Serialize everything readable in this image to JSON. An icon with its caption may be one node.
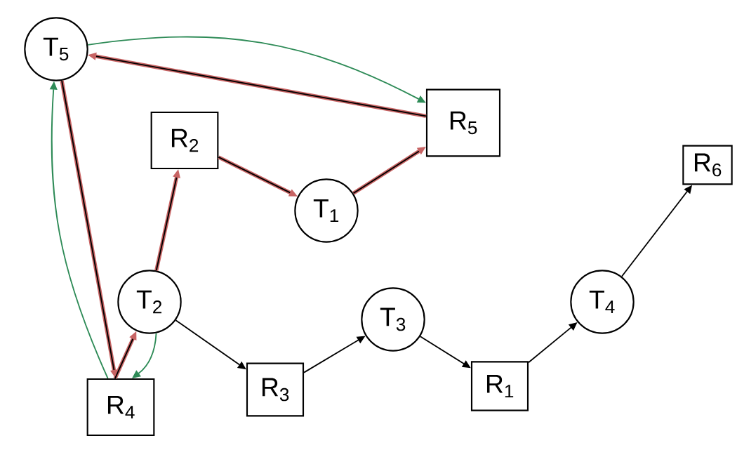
{
  "diagram": {
    "nodes": [
      {
        "text": [
          "T$_{5}$"
        ]
      },
      {
        "text": [
          "R$_{2}$"
        ]
      },
      {
        "text": [
          "R$_{5}$"
        ]
      },
      {
        "text": [
          "R$_{6}$"
        ]
      },
      {
        "text": [
          "T$_{1}$"
        ]
      },
      {
        "text": [
          "T$_{2}$"
        ]
      },
      {
        "text": [
          "T$_{3}$"
        ]
      },
      {
        "text": [
          "T$_{4}$"
        ]
      },
      {
        "text": [
          "R$_{4}$"
        ]
      },
      {
        "text": [
          "R$_{3}$"
        ]
      },
      {
        "text": [
          "R$_{1}$"
        ]
      }
    ],
    "edges": [
      {
        "from": 2,
        "to": 0,
        "arrow": "to",
        "style": "thick",
        "color": "#c86464"
      },
      {
        "from": 0,
        "to": 2,
        "arrow": "to",
        "color": "#2e8b57"
      },
      {
        "from": 1,
        "to": 4,
        "arrow": "to",
        "style": "thick",
        "color": "#c86464"
      },
      {
        "from": 4,
        "to": 2,
        "arrow": "to",
        "style": "thick",
        "color": "#c86464"
      },
      {
        "from": 5,
        "to": 1,
        "arrow": "to",
        "style": "thick",
        "color": "#c86464"
      },
      {
        "from": 0,
        "to": 8,
        "arrow": "to",
        "style": "thick",
        "color": "#c86464"
      },
      {
        "from": 8,
        "to": 5,
        "arrow": "to",
        "style": "thick",
        "color": "#c86464"
      },
      {
        "from": 8,
        "to": 0,
        "arrow": "to",
        "color": "#2e8b57"
      },
      {
        "from": 5,
        "to": 8,
        "arrow": "to",
        "color": "#2e8b57"
      },
      {
        "from": 5,
        "to": 9,
        "arrow": "to",
        "color": "#000000"
      },
      {
        "from": 9,
        "to": 6,
        "arrow": "to",
        "color": "#000000"
      },
      {
        "from": 6,
        "to": 10,
        "arrow": "to",
        "color": "#000000"
      },
      {
        "from": 10,
        "to": 7,
        "arrow": "to",
        "color": "#000000"
      },
      {
        "from": 7,
        "to": 3,
        "arrow": "to",
        "color": "#000000"
      }
    ]
  }
}
